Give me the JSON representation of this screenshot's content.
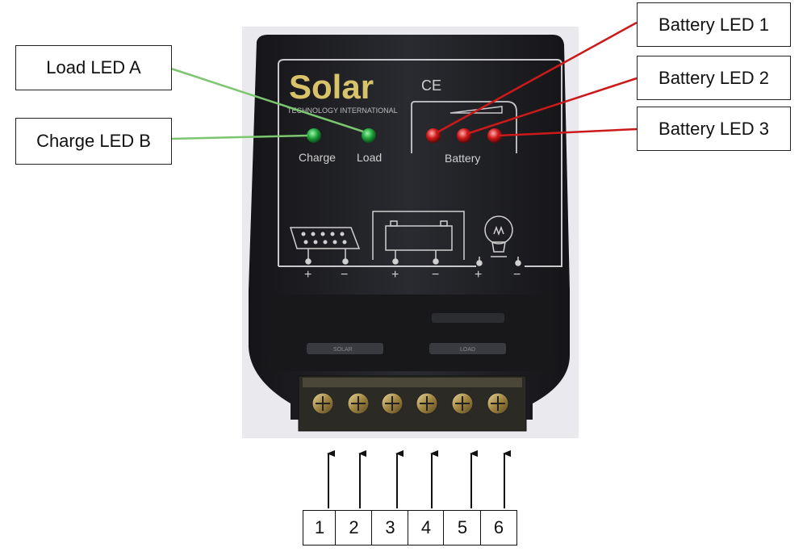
{
  "device": {
    "brand": "Solar",
    "brand_sub": "TECHNOLOGY INTERNATIONAL",
    "ce_mark": "CE",
    "charge_label": "Charge",
    "load_label": "Load",
    "battery_label": "Battery",
    "solar_slot_label": "SOLAR",
    "load_slot_label": "LOAD",
    "plus": "+",
    "minus": "−"
  },
  "callouts": {
    "load_led_a": "Load LED A",
    "charge_led_b": "Charge LED B",
    "battery_led_1": "Battery LED 1",
    "battery_led_2": "Battery LED 2",
    "battery_led_3": "Battery LED 3"
  },
  "terminals": [
    "1",
    "2",
    "3",
    "4",
    "5",
    "6"
  ],
  "colors": {
    "green_line": "#7cc66f",
    "red_line": "#cc1a1a",
    "led_green": "#1fa33a",
    "led_red": "#d01818",
    "body": "#1d1e22"
  }
}
